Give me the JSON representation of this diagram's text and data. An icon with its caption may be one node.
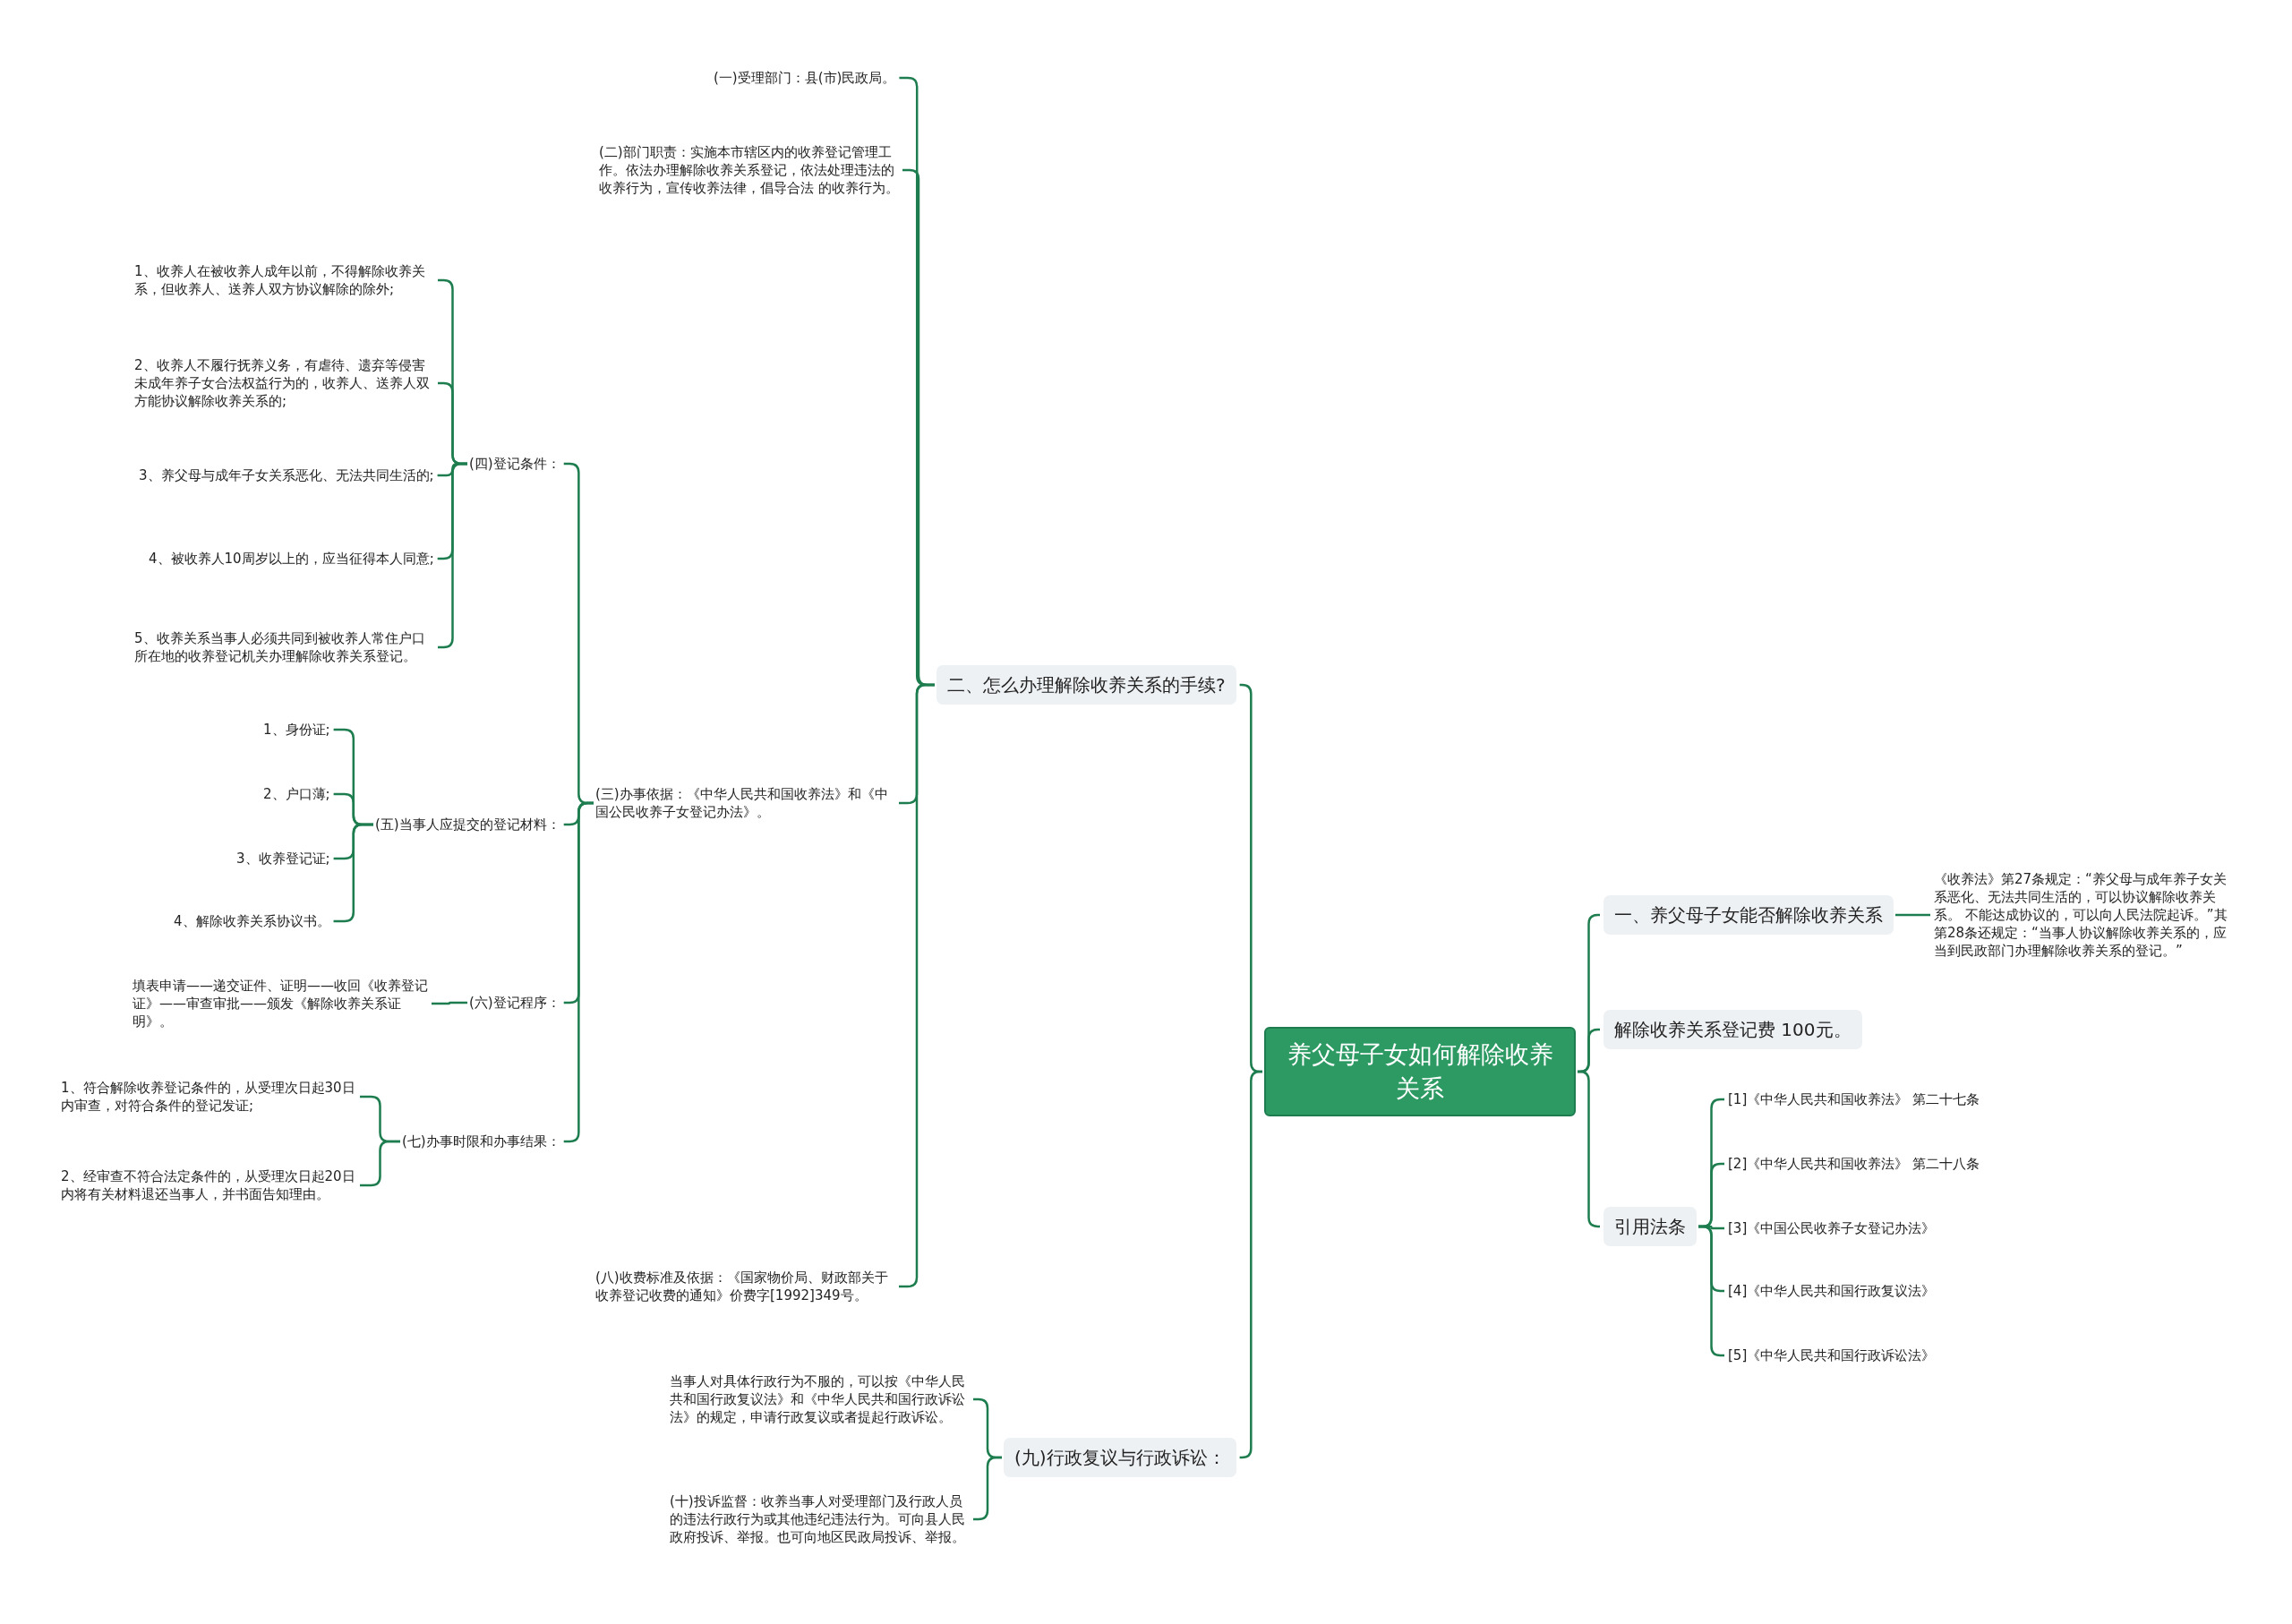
{
  "diagram": {
    "nodes": [
      {
        "text": [
          "养父母子女如何解除收养关系"
        ]
      },
      {
        "text": [
          "二、怎么办理解除收养关系的手续?"
        ]
      },
      {
        "text": [
          "(一)受理部门：县(市)民政局。"
        ]
      },
      {
        "text": [
          "(二)部门职责：实施本市辖区内的收养登记管理工作。依法办理解除收养关系登记，依法处理违法的收养行为，宣传收养法律，倡导合法 的收养行为。"
        ]
      },
      {
        "text": [
          "(三)办事依据：《中华人民共和国收养法》和《中国公民收养子女登记办法》。"
        ]
      },
      {
        "text": [
          "(四)登记条件："
        ]
      },
      {
        "text": [
          "1、收养人在被收养人成年以前，不得解除收养关系，但收养人、送养人双方协议解除的除外;"
        ]
      },
      {
        "text": [
          "2、收养人不履行抚养义务，有虐待、遗弃等侵害未成年养子女合法权益行为的，收养人、送养人双方能协议解除收养关系的;"
        ]
      },
      {
        "text": [
          "3、养父母与成年子女关系恶化、无法共同生活的;"
        ]
      },
      {
        "text": [
          "4、被收养人10周岁以上的，应当征得本人同意;"
        ]
      },
      {
        "text": [
          "5、收养关系当事人必须共同到被收养人常住户口所在地的收养登记机关办理解除收养关系登记。"
        ]
      },
      {
        "text": [
          "(五)当事人应提交的登记材料："
        ]
      },
      {
        "text": [
          "1、身份证;"
        ]
      },
      {
        "text": [
          "2、户口薄;"
        ]
      },
      {
        "text": [
          "3、收养登记证;"
        ]
      },
      {
        "text": [
          "4、解除收养关系协议书。"
        ]
      },
      {
        "text": [
          "(六)登记程序："
        ]
      },
      {
        "text": [
          "填表申请——递交证件、证明——收回《收养登记证》——审查审批——颁发《解除收养关系证明》。"
        ]
      },
      {
        "text": [
          "(七)办事时限和办事结果："
        ]
      },
      {
        "text": [
          "1、符合解除收养登记条件的，从受理次日起30日内审查，对符合条件的登记发证;"
        ]
      },
      {
        "text": [
          "2、经审查不符合法定条件的，从受理次日起20日内将有关材料退还当事人，并书面告知理由。"
        ]
      },
      {
        "text": [
          "(八)收费标准及依据：《国家物价局、财政部关于收养登记收费的通知》价费字[1992]349号。"
        ]
      },
      {
        "text": [
          "(九)行政复议与行政诉讼："
        ]
      },
      {
        "text": [
          "当事人对具体行政行为不服的，可以按《中华人民共和国行政复议法》和《中华人民共和国行政诉讼法》的规定，申请行政复议或者提起行政诉讼。"
        ]
      },
      {
        "text": [
          "(十)投诉监督：收养当事人对受理部门及行政人员的违法行政行为或其他违纪违法行为。可向县人民政府投诉、举报。也可向地区民政局投诉、举报。"
        ]
      },
      {
        "text": [
          "一、养父母子女能否解除收养关系"
        ]
      },
      {
        "text": [
          "《收养法》第27条规定：“养父母与成年养子女关系恶化、无法共同生活的，可以协议解除收养关系。 不能达成协议的，可以向人民法院起诉。”其第28条还规定：“当事人协议解除收养关系的，应当到民政部门办理解除收养关系的登记。”"
        ]
      },
      {
        "text": [
          "解除收养关系登记费 100元。"
        ]
      },
      {
        "text": [
          "引用法条"
        ]
      },
      {
        "text": [
          "[1]《中华人民共和国收养法》 第二十七条"
        ]
      },
      {
        "text": [
          "[2]《中华人民共和国收养法》 第二十八条"
        ]
      },
      {
        "text": [
          "[3]《中国公民收养子女登记办法》"
        ]
      },
      {
        "text": [
          "[4]《中华人民共和国行政复议法》"
        ]
      },
      {
        "text": [
          "[5]《中华人民共和国行政诉讼法》"
        ]
      }
    ],
    "edges": [
      {
        "from": 0,
        "to": 1,
        "arrow": "none"
      },
      {
        "from": 1,
        "to": 2,
        "arrow": "none"
      },
      {
        "from": 1,
        "to": 3,
        "arrow": "none"
      },
      {
        "from": 1,
        "to": 4,
        "arrow": "none"
      },
      {
        "from": 4,
        "to": 5,
        "arrow": "none"
      },
      {
        "from": 5,
        "to": 6,
        "arrow": "none"
      },
      {
        "from": 5,
        "to": 7,
        "arrow": "none"
      },
      {
        "from": 5,
        "to": 8,
        "arrow": "none"
      },
      {
        "from": 5,
        "to": 9,
        "arrow": "none"
      },
      {
        "from": 5,
        "to": 10,
        "arrow": "none"
      },
      {
        "from": 4,
        "to": 11,
        "arrow": "none"
      },
      {
        "from": 11,
        "to": 12,
        "arrow": "none"
      },
      {
        "from": 11,
        "to": 13,
        "arrow": "none"
      },
      {
        "from": 11,
        "to": 14,
        "arrow": "none"
      },
      {
        "from": 11,
        "to": 15,
        "arrow": "none"
      },
      {
        "from": 4,
        "to": 16,
        "arrow": "none"
      },
      {
        "from": 16,
        "to": 17,
        "arrow": "none"
      },
      {
        "from": 4,
        "to": 18,
        "arrow": "none"
      },
      {
        "from": 18,
        "to": 19,
        "arrow": "none"
      },
      {
        "from": 18,
        "to": 20,
        "arrow": "none"
      },
      {
        "from": 1,
        "to": 21,
        "arrow": "none"
      },
      {
        "from": 0,
        "to": 22,
        "arrow": "none"
      },
      {
        "from": 22,
        "to": 23,
        "arrow": "none"
      },
      {
        "from": 22,
        "to": 24,
        "arrow": "none"
      },
      {
        "from": 0,
        "to": 25,
        "arrow": "none"
      },
      {
        "from": 25,
        "to": 26,
        "arrow": "none"
      },
      {
        "from": 0,
        "to": 27,
        "arrow": "none"
      },
      {
        "from": 0,
        "to": 28,
        "arrow": "none"
      },
      {
        "from": 28,
        "to": 29,
        "arrow": "none"
      },
      {
        "from": 28,
        "to": 30,
        "arrow": "none"
      },
      {
        "from": 28,
        "to": 31,
        "arrow": "none"
      },
      {
        "from": 28,
        "to": 32,
        "arrow": "none"
      },
      {
        "from": 28,
        "to": 33,
        "arrow": "none"
      }
    ]
  }
}
